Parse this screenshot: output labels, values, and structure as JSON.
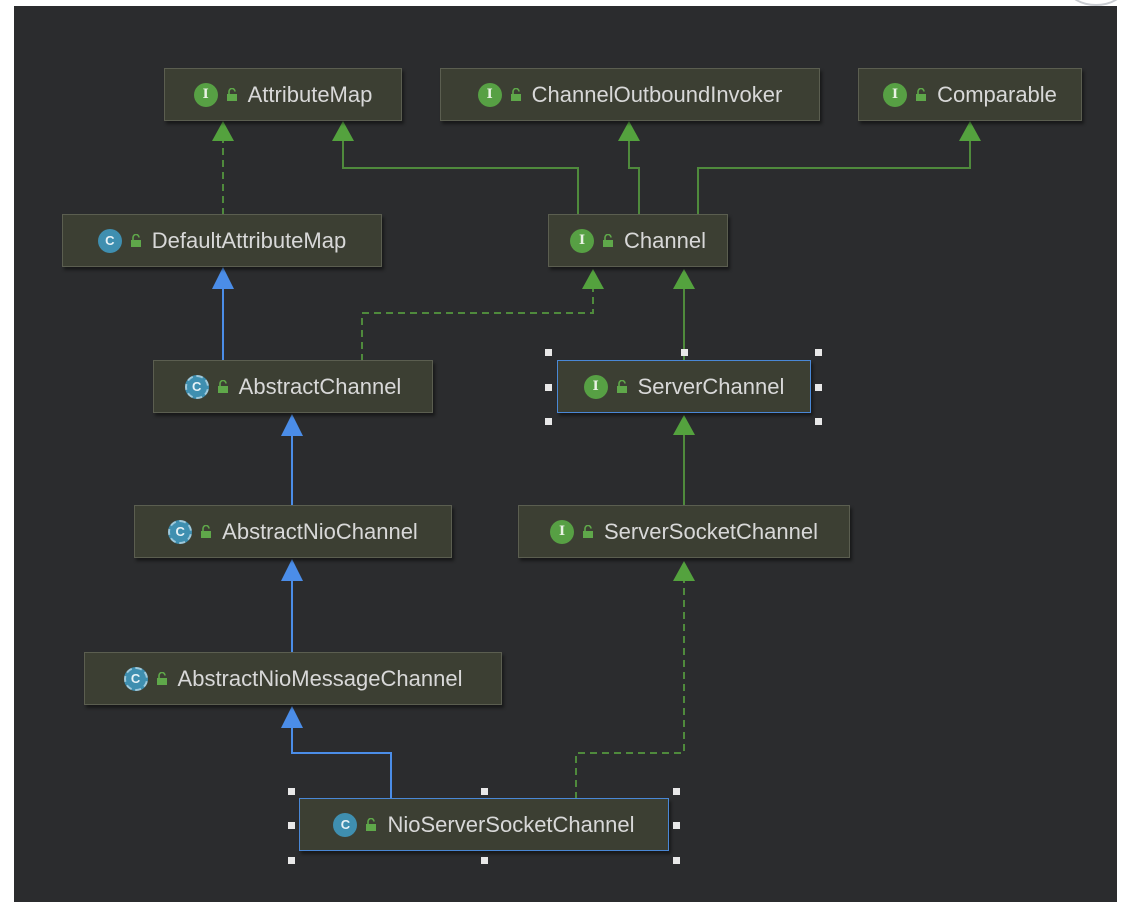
{
  "diagram": {
    "nodes": [
      {
        "id": "AttributeMap",
        "kind": "I",
        "label": "AttributeMap"
      },
      {
        "id": "ChannelOutboundInvoker",
        "kind": "I",
        "label": "ChannelOutboundInvoker"
      },
      {
        "id": "Comparable",
        "kind": "I",
        "label": "Comparable"
      },
      {
        "id": "DefaultAttributeMap",
        "kind": "C",
        "label": "DefaultAttributeMap"
      },
      {
        "id": "Channel",
        "kind": "I",
        "label": "Channel"
      },
      {
        "id": "AbstractChannel",
        "kind": "C",
        "label": "AbstractChannel"
      },
      {
        "id": "ServerChannel",
        "kind": "I",
        "label": "ServerChannel"
      },
      {
        "id": "AbstractNioChannel",
        "kind": "C",
        "label": "AbstractNioChannel"
      },
      {
        "id": "ServerSocketChannel",
        "kind": "I",
        "label": "ServerSocketChannel"
      },
      {
        "id": "AbstractNioMessageChannel",
        "kind": "C",
        "label": "AbstractNioMessageChannel"
      },
      {
        "id": "NioServerSocketChannel",
        "kind": "C",
        "label": "NioServerSocketChannel"
      }
    ],
    "badges": {
      "interface": "I",
      "class": "C"
    },
    "edges": [
      {
        "from": "DefaultAttributeMap",
        "to": "AttributeMap",
        "type": "implements"
      },
      {
        "from": "Channel",
        "to": "AttributeMap",
        "type": "interface-extends"
      },
      {
        "from": "Channel",
        "to": "ChannelOutboundInvoker",
        "type": "interface-extends"
      },
      {
        "from": "Channel",
        "to": "Comparable",
        "type": "interface-extends"
      },
      {
        "from": "AbstractChannel",
        "to": "DefaultAttributeMap",
        "type": "extends"
      },
      {
        "from": "AbstractChannel",
        "to": "Channel",
        "type": "implements"
      },
      {
        "from": "ServerChannel",
        "to": "Channel",
        "type": "interface-extends"
      },
      {
        "from": "AbstractNioChannel",
        "to": "AbstractChannel",
        "type": "extends"
      },
      {
        "from": "ServerSocketChannel",
        "to": "ServerChannel",
        "type": "interface-extends"
      },
      {
        "from": "AbstractNioMessageChannel",
        "to": "AbstractNioChannel",
        "type": "extends"
      },
      {
        "from": "NioServerSocketChannel",
        "to": "AbstractNioMessageChannel",
        "type": "extends"
      },
      {
        "from": "NioServerSocketChannel",
        "to": "ServerSocketChannel",
        "type": "implements"
      }
    ],
    "selected": [
      "ServerChannel",
      "NioServerSocketChannel"
    ],
    "colors": {
      "background": "#2b2c2e",
      "node_fill": "#3c3f33",
      "interface_badge": "#57a044",
      "class_badge": "#3f8fb0",
      "class_extends_edge": "#4b8de8",
      "interface_edge": "#4f8a3c",
      "selection_border": "#4a88d6"
    },
    "icons": {
      "interface": "interface-icon",
      "class": "class-icon",
      "abstract_class": "abstract-class-icon",
      "access": "unlocked-icon"
    }
  }
}
